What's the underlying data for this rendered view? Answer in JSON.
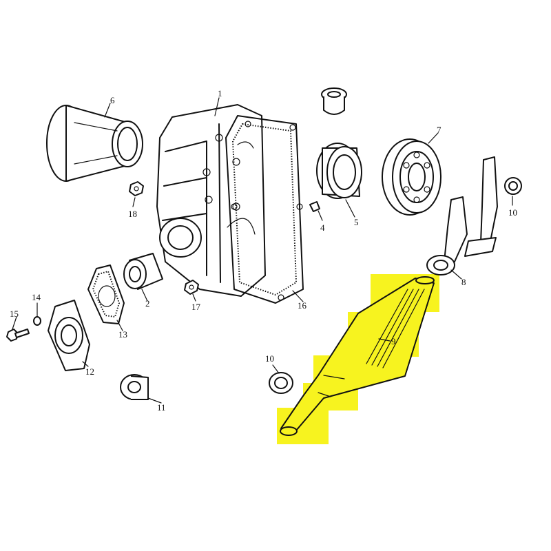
{
  "labels": {
    "p1": "1",
    "p2": "2",
    "p4": "4",
    "p5": "5",
    "p6": "6",
    "p7": "7",
    "p8": "8",
    "p9": "9",
    "p10a": "10",
    "p10b": "10",
    "p11": "11",
    "p12": "12",
    "p13": "13",
    "p14": "14",
    "p15": "15",
    "p16": "16",
    "p17": "17",
    "p18": "18"
  },
  "highlight": {
    "part": "9",
    "color": "#f7f31f"
  }
}
